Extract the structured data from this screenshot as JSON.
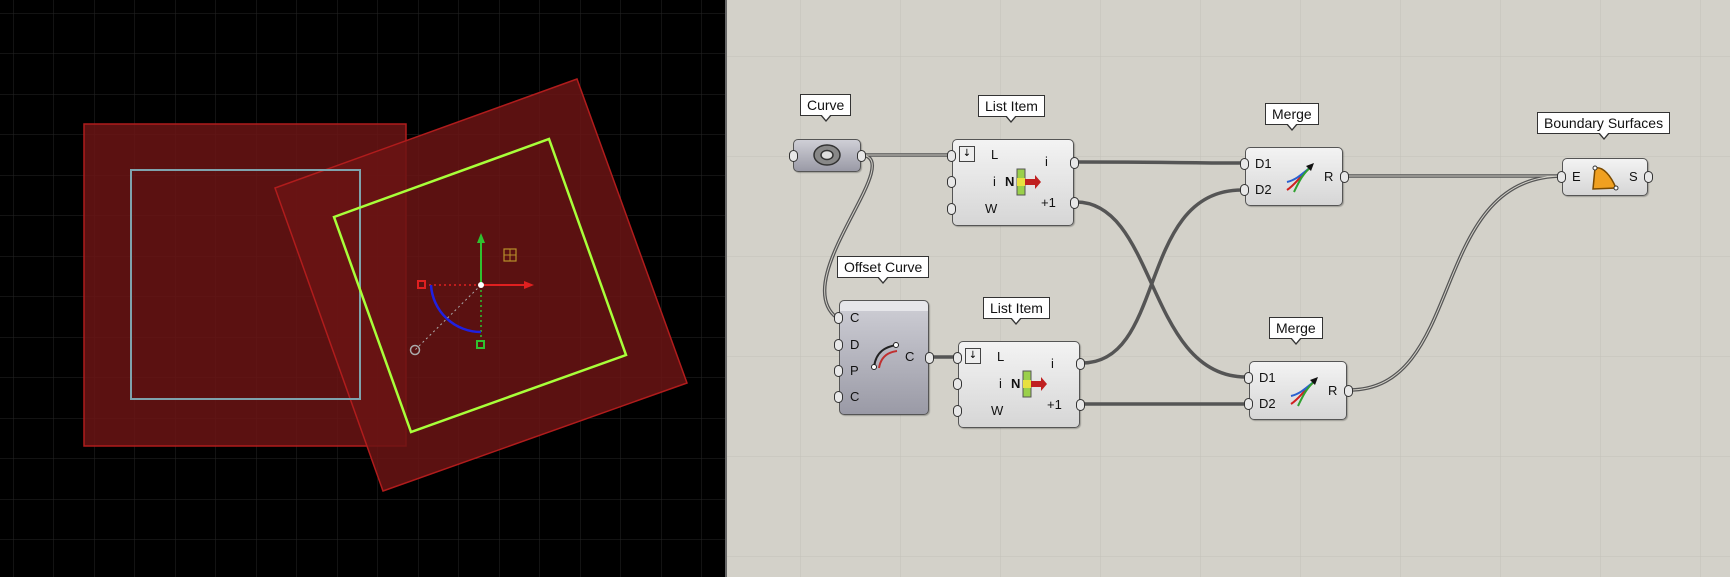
{
  "colors": {
    "viewport_bg": "#000000",
    "grid": "#2a2a2a",
    "canvas_bg": "#d3d1c9",
    "canvas_grid": "#c2c0b8",
    "wire": "#555555",
    "offset_fill": "#8b1a1a",
    "original_square": "#7fa3ad",
    "rotated_square": "#a8ff3a"
  },
  "nodes": {
    "curve": {
      "tag": "Curve"
    },
    "list_item_1": {
      "tag": "List Item",
      "inputs": [
        "L",
        "i",
        "W"
      ],
      "outputs": [
        "i",
        "+1"
      ],
      "center": "N"
    },
    "list_item_2": {
      "tag": "List Item",
      "inputs": [
        "L",
        "i",
        "W"
      ],
      "outputs": [
        "i",
        "+1"
      ],
      "center": "N"
    },
    "offset_curve": {
      "tag": "Offset Curve",
      "inputs": [
        "C",
        "D",
        "P",
        "C"
      ],
      "outputs": [
        "C"
      ]
    },
    "merge_1": {
      "tag": "Merge",
      "inputs": [
        "D1",
        "D2"
      ],
      "outputs": [
        "R"
      ]
    },
    "merge_2": {
      "tag": "Merge",
      "inputs": [
        "D1",
        "D2"
      ],
      "outputs": [
        "R"
      ]
    },
    "boundary": {
      "tag": "Boundary Surfaces",
      "inputs": [
        "E"
      ],
      "outputs": [
        "S"
      ]
    }
  }
}
